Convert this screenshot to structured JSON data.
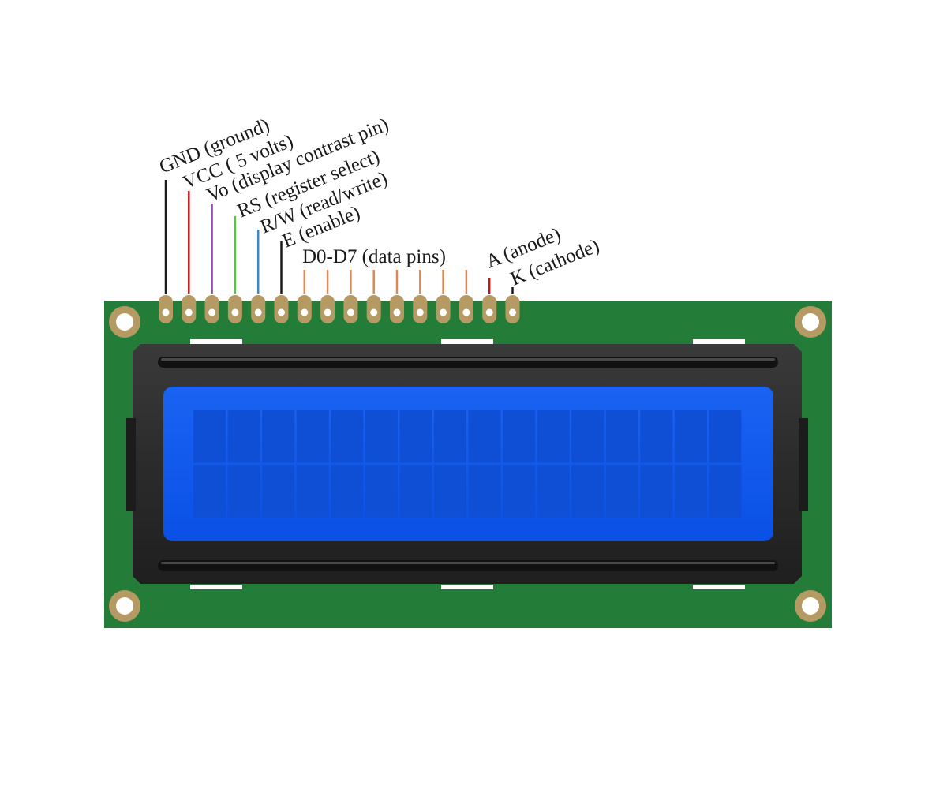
{
  "labels": {
    "gnd": "GND (ground)",
    "vcc": "VCC ( 5 volts)",
    "vo": "Vo (display contrast pin)",
    "rs": "RS (register select)",
    "rw": "R/W (read/write)",
    "e": "E (enable)",
    "data": "D0-D7 (data pins)",
    "anode": "A (anode)",
    "cathode": "K (cathode)"
  },
  "pins": [
    {
      "key": "gnd",
      "color": "#1a1a1a"
    },
    {
      "key": "vcc",
      "color": "#c0171e"
    },
    {
      "key": "vo",
      "color": "#8e4fb0"
    },
    {
      "key": "rs",
      "color": "#5fbf4a"
    },
    {
      "key": "rw",
      "color": "#3f86c6"
    },
    {
      "key": "e",
      "color": "#1a1a1a"
    },
    {
      "key": "d0",
      "color": "#d98a58"
    },
    {
      "key": "d1",
      "color": "#d98a58"
    },
    {
      "key": "d2",
      "color": "#d98a58"
    },
    {
      "key": "d3",
      "color": "#d98a58"
    },
    {
      "key": "d4",
      "color": "#d98a58"
    },
    {
      "key": "d5",
      "color": "#d98a58"
    },
    {
      "key": "d6",
      "color": "#d98a58"
    },
    {
      "key": "d7",
      "color": "#d98a58"
    },
    {
      "key": "anode",
      "color": "#c0171e"
    },
    {
      "key": "cathode",
      "color": "#1a1a1a"
    }
  ],
  "display": {
    "rows": 2,
    "columns": 16
  },
  "colors": {
    "board": "#237d38",
    "bezel": "#2a2a2a",
    "screen": "#0a55ec",
    "cell": "#0f4fd6",
    "pad": "#b59a63"
  }
}
